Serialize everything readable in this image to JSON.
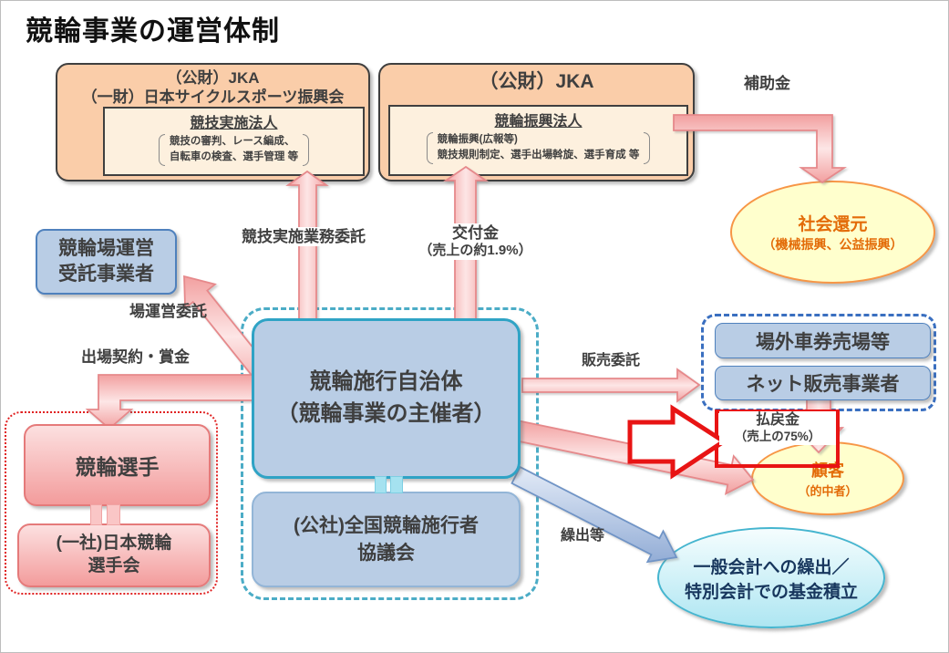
{
  "title": "競輪事業の運営体制",
  "colors": {
    "peach_fill": "#FACDA9",
    "cream_fill": "#FDF0DE",
    "dark_border": "#3F3F3F",
    "blue_fill": "#B9CDE5",
    "blue_border": "#4F81BD",
    "center_border": "#2FA3C5",
    "council_border": "#93B5D7",
    "dashed_cyan": "#4BACC6",
    "dashed_blue": "#3A6FC0",
    "dotted_red": "#E02020",
    "pink_top": "#FCE0E0",
    "pink_bottom": "#F39C9C",
    "pink_border": "#E57A7A",
    "yellow_fill": "#FFFFCD",
    "orange_border": "#F79646",
    "orange_text": "#E36C09",
    "cyan_fill_top": "#F5FDFE",
    "cyan_fill_bottom": "#AEE6F2",
    "teal_border": "#45B5CF",
    "navy_text": "#17365D",
    "annotation_red": "#E81414",
    "label_text": "#404040",
    "connector_cyan": "#A5E2F0",
    "connector_pink": "#FAC6C6"
  },
  "boxes": {
    "jka_cycle": {
      "line1": "（公財）JKA",
      "line2": "（一財）日本サイクルスポーツ振興会",
      "inner_title": "競技実施法人",
      "detail1": "競技の審判、レース編成、",
      "detail2": "自転車の検査、選手管理 等"
    },
    "jka": {
      "title": "（公財）JKA",
      "inner_title": "競輪振興法人",
      "detail1": "競輪振興(広報等)",
      "detail2": "競技規則制定、選手出場斡旋、選手育成 等"
    },
    "track_operator": {
      "line1": "競輪場運営",
      "line2": "受託事業者"
    },
    "municipality": {
      "line1": "競輪施行自治体",
      "line2": "（競輪事業の主催者）"
    },
    "council": {
      "line1": "(公社)全国競輪施行者",
      "line2": "協議会"
    },
    "racers": {
      "label": "競輪選手"
    },
    "racers_assoc": {
      "line1": "(一社)日本競輪",
      "line2": "選手会"
    },
    "offtrack": {
      "label": "場外車券売場等"
    },
    "net_sales": {
      "label": "ネット販売事業者"
    }
  },
  "ellipses": {
    "social_return": {
      "line1": "社会還元",
      "line2": "（機械振興、公益振興）"
    },
    "customers": {
      "line1": "顧客",
      "line2": "（的中者）"
    },
    "general_account": {
      "line1": "一般会計への繰出／",
      "line2": "特別会計での基金積立"
    }
  },
  "labels": {
    "subsidy": "補助金",
    "competition_outsourcing": "競技実施業務委託",
    "grant1": "交付金",
    "grant2": "（売上の約1.9%）",
    "venue_outsourcing": "場運営委託",
    "contract_prize": "出場契約・賞金",
    "sales_outsourcing": "販売委託",
    "transfer": "繰出等",
    "payout1": "払戻金",
    "payout2": "（売上の75%）"
  }
}
